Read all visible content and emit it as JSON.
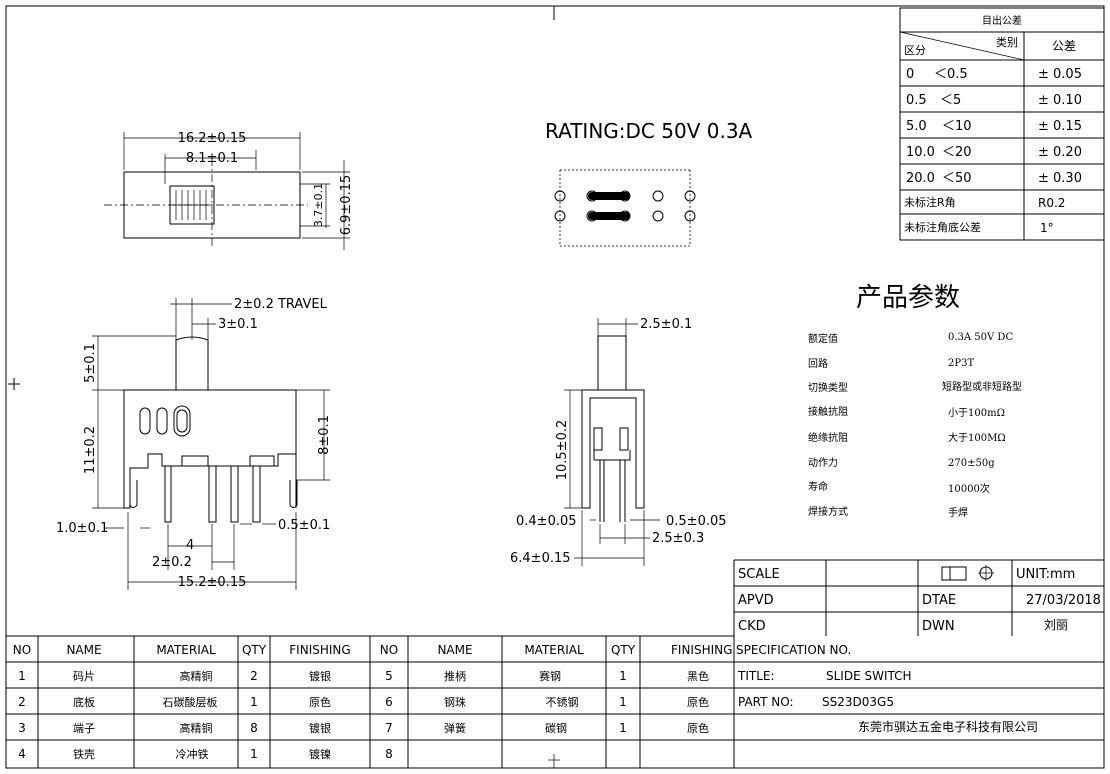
{
  "rating": "RATING:DC 50V 0.3A",
  "product_title": "产品参数",
  "tolerance": {
    "title": "目出公差",
    "col_type": "类别",
    "col_section": "区分",
    "col_tol": "公差",
    "rows": [
      {
        "a": "0",
        "b": "＜0.5",
        "tol": "± 0.05"
      },
      {
        "a": "0.5",
        "b": "＜5",
        "tol": "± 0.10"
      },
      {
        "a": "5.0",
        "b": "＜10",
        "tol": "± 0.15"
      },
      {
        "a": "10.0",
        "b": "＜20",
        "tol": "± 0.20"
      },
      {
        "a": "20.0",
        "b": "＜50",
        "tol": "± 0.30"
      }
    ],
    "r_label": "未标注R角",
    "r_value": "R0.2",
    "angle_label": "未标注角底公差",
    "angle_value": "1°"
  },
  "params": [
    {
      "label": "额定值",
      "value": "0.3A 50V DC"
    },
    {
      "label": "回路",
      "value": "2P3T"
    },
    {
      "label": "切换类型",
      "value": "短路型或非短路型"
    },
    {
      "label": "接触抗阻",
      "value": "小于100mΩ"
    },
    {
      "label": "绝缘抗阻",
      "value": "大于100MΩ"
    },
    {
      "label": "动作力",
      "value": "270±50g"
    },
    {
      "label": "寿命",
      "value": "10000次"
    },
    {
      "label": "焊接方式",
      "value": "手焊"
    }
  ],
  "dims": {
    "top_len": "16.2±0.15",
    "top_mid": "8.1±0.1",
    "top_h1": "3.7±0.1",
    "top_h2": "6.9±0.15",
    "travel": "2±0.2  TRAVEL",
    "knob_w": "3±0.1",
    "knob_h": "5±0.1",
    "body_h": "11±0.2",
    "right_h": "8±0.1",
    "pin_left": "1.0±0.1",
    "pin_right": "0.5±0.1",
    "pitch4": "4",
    "pitch2": "2±0.2",
    "bottom_len": "15.2±0.15",
    "side_knob": "2.5±0.1",
    "side_h": "10.5±0.2",
    "side_pin_l": "0.4±0.05",
    "side_pin_r": "0.5±0.05",
    "side_2_5": "2.5±0.3",
    "side_total": "6.4±0.15"
  },
  "title_block": {
    "scale": "SCALE",
    "unit": "UNIT:mm",
    "apvd": "APVD",
    "dtae": "DTAE",
    "date": "27/03/2018",
    "ckd": "CKD",
    "dwn": "DWN",
    "drawer": "刘丽",
    "spec": "SPECIFICATION NO.",
    "title_label": "TITLE:",
    "title_value": "SLIDE SWITCH",
    "part_label": "PART NO:",
    "part_value": "SS23D03G5",
    "company": "东莞市骐达五金电子科技有限公司"
  },
  "bom": {
    "headers": [
      "NO",
      "NAME",
      "MATERIAL",
      "QTY",
      "FINISHING",
      "NO",
      "NAME",
      "MATERIAL",
      "QTY",
      "FINISHING"
    ],
    "rows": [
      [
        "1",
        "码片",
        "高精铜",
        "2",
        "镀银",
        "5",
        "推柄",
        "赛钢",
        "1",
        "黑色"
      ],
      [
        "2",
        "底板",
        "石碳酸层板",
        "1",
        "原色",
        "6",
        "钢珠",
        "不锈钢",
        "1",
        "原色"
      ],
      [
        "3",
        "端子",
        "高精铜",
        "8",
        "镀银",
        "7",
        "弹簧",
        "碳钢",
        "1",
        "原色"
      ],
      [
        "4",
        "铁壳",
        "冷冲铁",
        "1",
        "镀镍",
        "8",
        "",
        "",
        "",
        ""
      ]
    ]
  }
}
